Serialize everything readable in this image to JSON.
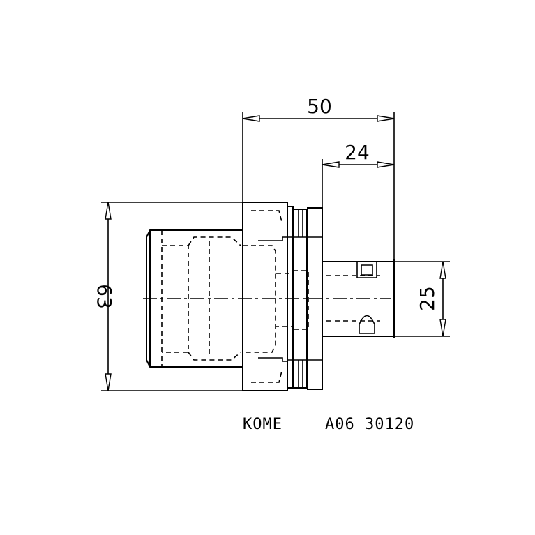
{
  "dimensions": {
    "overall_length": "50",
    "shank_length": "24",
    "flange_diameter": "63",
    "shank_diameter": "25"
  },
  "caption": {
    "brand": "KOME",
    "part_number": "A06 30120"
  }
}
